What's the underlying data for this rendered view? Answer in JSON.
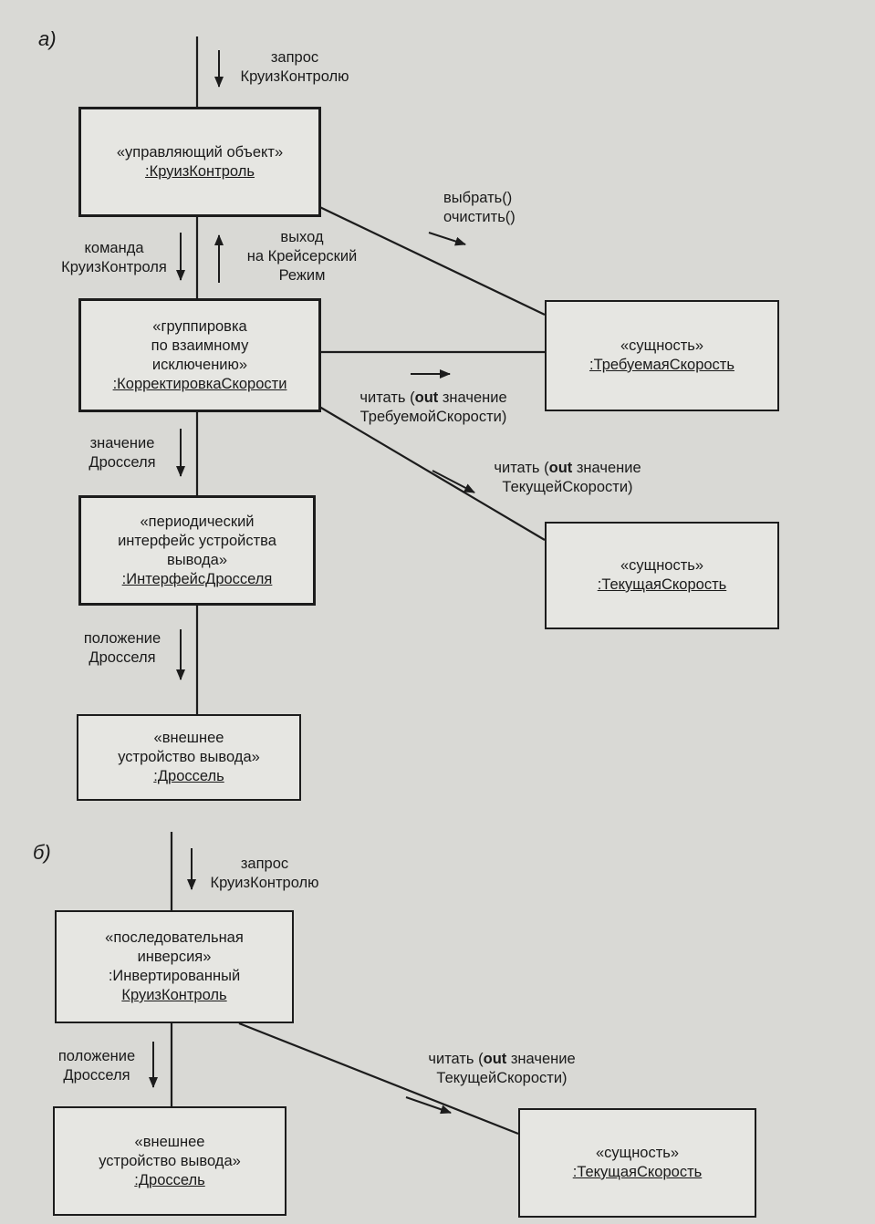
{
  "part_a": "a)",
  "part_b": "б)",
  "objects": {
    "cruise_control": {
      "stereotype": "«управляющий объект»",
      "name": ":КруизКонтроль"
    },
    "speed_adjust": {
      "stereotype_l1": "«группировка",
      "stereotype_l2": "по взаимному",
      "stereotype_l3": "исключению»",
      "name": ":КорректировкаСкорости"
    },
    "throttle_interface": {
      "stereotype_l1": "«периодический",
      "stereotype_l2": "интерфейс устройства",
      "stereotype_l3": "вывода»",
      "name": ":ИнтерфейсДросселя"
    },
    "throttle_a": {
      "stereotype_l1": "«внешнее",
      "stereotype_l2": "устройство вывода»",
      "name": ":Дроссель"
    },
    "desired_speed": {
      "stereotype": "«сущность»",
      "name": ":ТребуемаяСкорость"
    },
    "current_speed_a": {
      "stereotype": "«сущность»",
      "name": ":ТекущаяСкорость"
    },
    "inverted_cc": {
      "stereotype_l1": "«последовательная",
      "stereotype_l2": "инверсия»",
      "name_l1": ":Инвертированный",
      "name_l2": "КруизКонтроль"
    },
    "throttle_b": {
      "stereotype_l1": "«внешнее",
      "stereotype_l2": "устройство вывода»",
      "name": ":Дроссель"
    },
    "current_speed_b": {
      "stereotype": "«сущность»",
      "name": ":ТекущаяСкорость"
    }
  },
  "messages": {
    "request_a_l1": "запрос",
    "request_a_l2": "КруизКонтролю",
    "command_l1": "команда",
    "command_l2": "КруизКонтроля",
    "exit_l1": "выход",
    "exit_l2": "на Крейсерский",
    "exit_l3": "Режим",
    "select_l1": "выбрать()",
    "select_l2": "очистить()",
    "read_desired_pre": "читать (",
    "read_desired_kw": "out",
    "read_desired_post": " значение",
    "read_desired_l2": "ТребуемойСкорости)",
    "read_current_a_pre": "читать (",
    "read_current_a_kw": "out",
    "read_current_a_post": " значение",
    "read_current_a_l2": "ТекущейСкорости)",
    "throttle_value_l1": "значение",
    "throttle_value_l2": "Дросселя",
    "throttle_pos_a_l1": "положение",
    "throttle_pos_a_l2": "Дросселя",
    "request_b_l1": "запрос",
    "request_b_l2": "КруизКонтролю",
    "throttle_pos_b_l1": "положение",
    "throttle_pos_b_l2": "Дросселя",
    "read_current_b_pre": "читать (",
    "read_current_b_kw": "out",
    "read_current_b_post": " значение",
    "read_current_b_l2": "ТекущейСкорости)"
  }
}
